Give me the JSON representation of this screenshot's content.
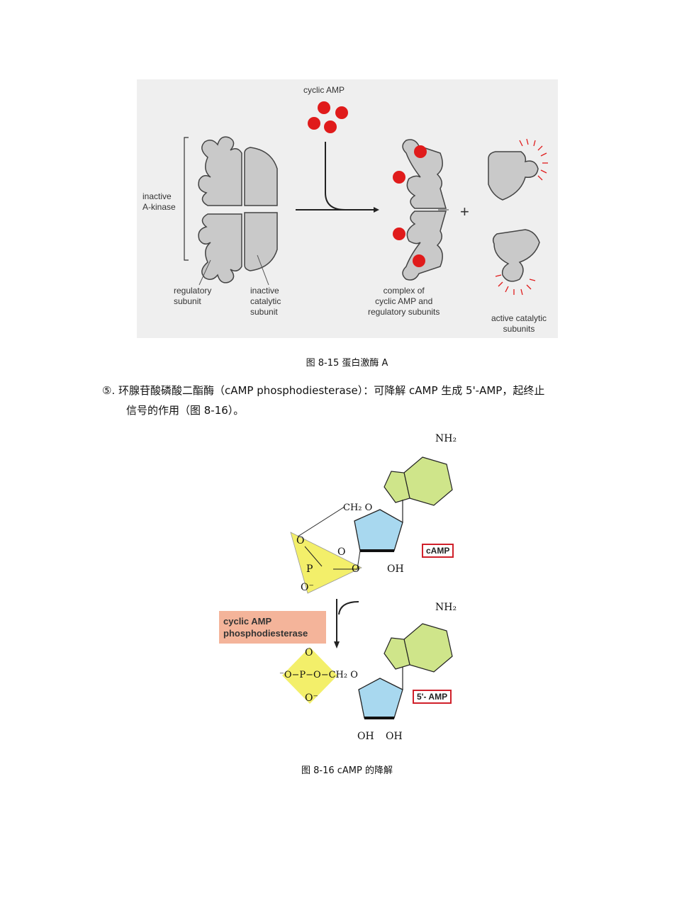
{
  "figure1": {
    "labels": {
      "cyclic_amp": "cyclic AMP",
      "inactive_kinase": "inactive\nA-kinase",
      "regulatory": "regulatory\nsubunit",
      "inactive_catalytic": "inactive\ncatalytic\nsubunit",
      "complex": "complex of\ncyclic AMP and\nregulatory subunits",
      "active_catalytic": "active catalytic\nsubunits",
      "plus": "+"
    },
    "caption": "图 8-15 蛋白激酶 A"
  },
  "paragraph": {
    "line1": "⑤. 环腺苷酸磷酸二酯酶（cAMP phosphodiesterase）：可降解 cAMP 生成 5'-AMP，起终止",
    "line2": "信号的作用（图 8-16）。"
  },
  "figure2": {
    "camp_tag": "cAMP",
    "amp_tag": "5'- AMP",
    "enzyme_line1": "cyclic AMP",
    "enzyme_line2": "phosphodiesterase",
    "nh2": "NH₂",
    "oh": "OH",
    "caption": "图 8-16 cAMP 的降解"
  },
  "colors": {
    "red": "#e01b1b",
    "gray": "#c9c9c9",
    "yellow": "#f3ef6a",
    "blue": "#a8d8ef",
    "green": "#cfe58a"
  }
}
